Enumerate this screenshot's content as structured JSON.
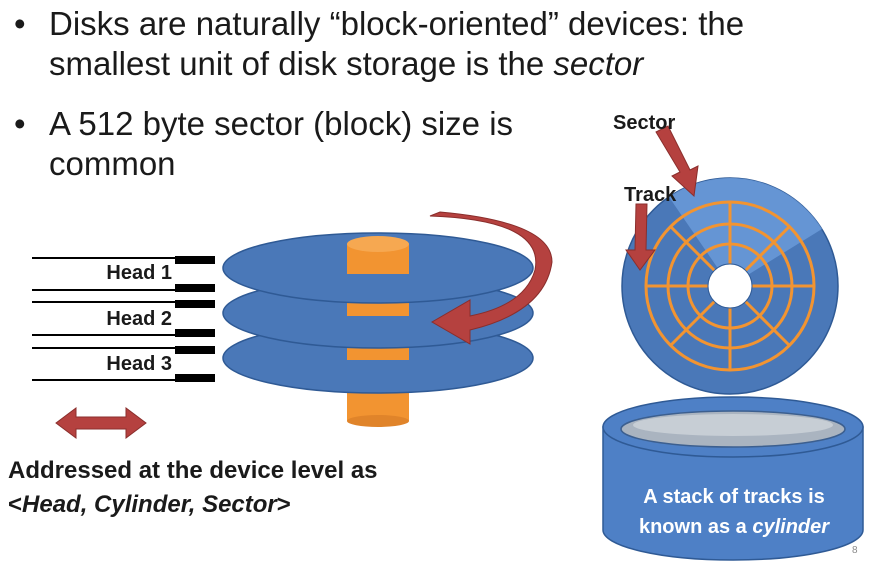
{
  "bullets": [
    {
      "marker": "•",
      "line1": "Disks are naturally “block-oriented” devices: the",
      "line2_prefix": "smallest unit of disk storage is the ",
      "line2_italic": "sector"
    },
    {
      "marker": "•",
      "line1": "A 512 byte sector (block) size is",
      "line2": "common"
    }
  ],
  "heads": [
    "Head 1",
    "Head 2",
    "Head 3"
  ],
  "disk_labels": {
    "sector": "Sector",
    "track": "Track"
  },
  "caption": {
    "line1": "Addressed at the device level as",
    "line2_prefix": "<",
    "line2_italic": "Head, Cylinder, Sector",
    "line2_suffix": ">"
  },
  "cylinder_text": {
    "line1": "A stack of tracks is",
    "line2_prefix": "known as a ",
    "line2_italic": "cylinder"
  },
  "page_number": "8",
  "colors": {
    "platter_fill": "#4a78b8",
    "platter_stroke": "#2f5a95",
    "spindle": "#f29431",
    "arrow": "#b5413f",
    "track_lines": "#f29431",
    "sector_highlight": "#6a9ad8",
    "cylinder_fill": "#4e80c6"
  }
}
